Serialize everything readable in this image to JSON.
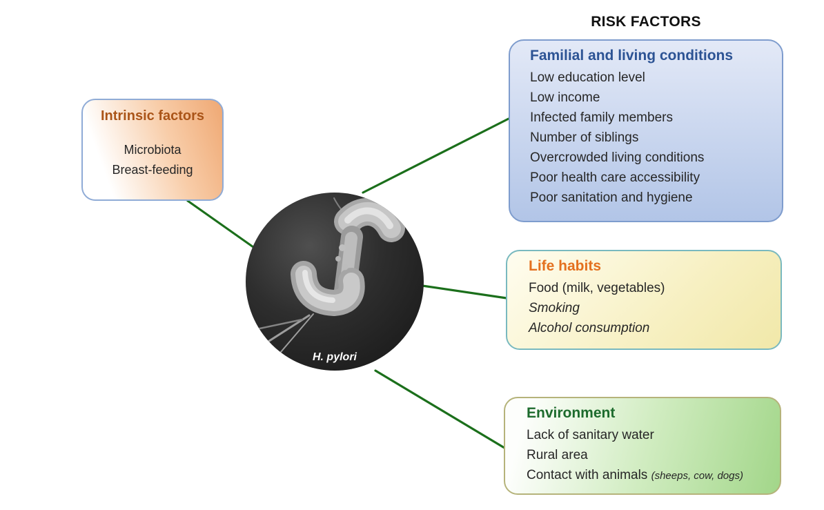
{
  "title": "RISK FACTORS",
  "center_image": {
    "label": "H. pylori",
    "image_name": "h-pylori-electron-micrograph"
  },
  "intrinsic_box": {
    "heading": "Intrinsic factors",
    "items": [
      "Microbiota",
      "Breast-feeding"
    ]
  },
  "familial_box": {
    "heading": "Familial and living conditions",
    "items": [
      "Low education level",
      "Low income",
      "Infected family members",
      "Number of siblings",
      "Overcrowded living conditions",
      "Poor health care accessibility",
      "Poor sanitation and hygiene"
    ]
  },
  "life_box": {
    "heading": "Life habits",
    "items": [
      "Food (milk, vegetables)",
      "Smoking",
      "Alcohol consumption"
    ]
  },
  "environment_box": {
    "heading": "Environment",
    "items": [
      "Lack of sanitary water",
      "Rural area",
      "Contact with animals"
    ],
    "animals_note": "(sheeps, cow, dogs)"
  },
  "colors": {
    "connector_green": "#1b6f1b",
    "intrinsic_heading": "#aa5418",
    "intrinsic_fill": "#f0a873",
    "familial_heading": "#2c5394",
    "familial_fill": "#b2c5e7",
    "familial_border": "#7e9ccd",
    "life_heading": "#e4701e",
    "life_fill": "#f1e8a9",
    "life_border": "#79b9bf",
    "environment_heading": "#1d6b2d",
    "environment_fill": "#a2d689",
    "environment_border": "#b5b37a"
  }
}
